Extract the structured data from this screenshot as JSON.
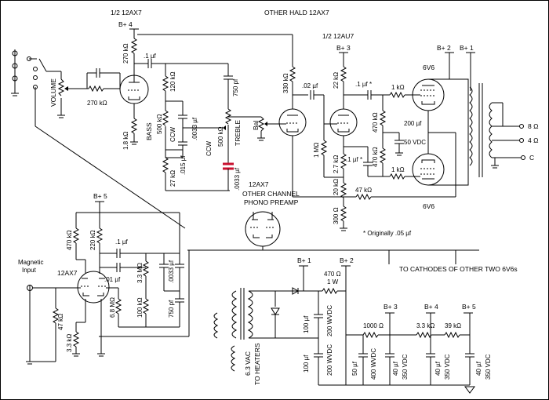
{
  "tube_labels": {
    "v1a": "1/2 12AX7",
    "v1b": "OTHER HALD 12AX7",
    "v2": "1/2 12AU7",
    "v3": "12AX7",
    "preamp": "12AX7",
    "preamp_title_1": "OTHER CHANNEL",
    "preamp_title_2": "PHONO PREAMP",
    "out_top": "6V6",
    "out_bottom": "6V6"
  },
  "supply_labels": {
    "bp1": "B+ 1",
    "bp2": "B+ 2",
    "bp3": "B+ 3",
    "bp4": "B+ 4",
    "bp5": "B+ 5",
    "bp4_top": "B+ 4",
    "bp3_top": "B+ 3",
    "bp2_top": "B+ 2",
    "bp1_top": "B+ 1",
    "bp5_left": "B+ 5"
  },
  "controls": {
    "volume": "VOLUME",
    "bass": "BASS",
    "treble": "TREBLE",
    "bal": "Bal",
    "ccw1": "CCW",
    "ccw2": "CCW"
  },
  "components": {
    "r_270k_a": "270 kΩ",
    "r_270k_b": "270 kΩ",
    "c_01_a": ".1 µf",
    "r_18k": "1.8 kΩ",
    "r_120k": "120 kΩ",
    "r_500k_a": "500 kΩ",
    "r_27k": "27 kΩ",
    "c_0033_a": ".0033 µf",
    "c_015": ".015 µf",
    "c_750": "750 pf",
    "r_500k_b": "500 kΩ",
    "c_0033_b": ".0033 µf",
    "r_330k": "330 kΩ",
    "c_02": ".02 µf",
    "r_1m": "1 MΩ",
    "r_22k": "22 kΩ",
    "r_27k_b": "2.7 kΩ",
    "c_01_b": ".1 µf *",
    "c_01_c": ".1 µf *",
    "r_1k_a": "1 kΩ",
    "r_1k_b": "1 kΩ",
    "r_470k_a": "470 kΩ",
    "r_470k_b": "470 kΩ",
    "c_200": "200 µf",
    "c_50vdc": "50 VDC",
    "r_20k": "20 kΩ",
    "r_47k": "47 kΩ",
    "r_300": "300 Ω",
    "note": "* Originally .05 µf",
    "r_470k_c": "470 kΩ",
    "r_220k": "220 kΩ",
    "c_01_d": ".1 µf",
    "c_01_e": ".01 µf",
    "r_33m": "3.3 MΩ",
    "r_68m": "6.8 MΩ",
    "r_100k": "100 kΩ",
    "c_0033_c": ".0033 µf",
    "c_750b": "750 pf",
    "r_47k_b": "47 kΩ",
    "r_33k": "3.3 kΩ",
    "magnetic": "Magnetic",
    "input": "Input",
    "r_470": "470 Ω",
    "r_1w": "1 W",
    "c_100a": "100 µf",
    "c_200wvdc_a": "200 WVDC",
    "c_100b": "100 µf",
    "c_200wvdc_b": "200 WVDC",
    "r_1000": "1000 Ω",
    "r_33k_b": "3.3 kΩ",
    "r_39k": "39 kΩ",
    "c_50": "50 µf",
    "c_400": "400 WVDC",
    "c_40a": "40 µf",
    "c_350a": "350 VDC",
    "c_40b": "40 µf",
    "c_350b": "350 VDC",
    "c_40c": "40 µf",
    "c_350c": "350 VDC",
    "heaters1": "6.3 VAC",
    "heaters2": "TO HEATERS",
    "cathodes": "TO CATHODES OF OTHER TWO 6V6s",
    "ohm8": "8 Ω",
    "ohm4": "4 Ω",
    "com": "C"
  }
}
